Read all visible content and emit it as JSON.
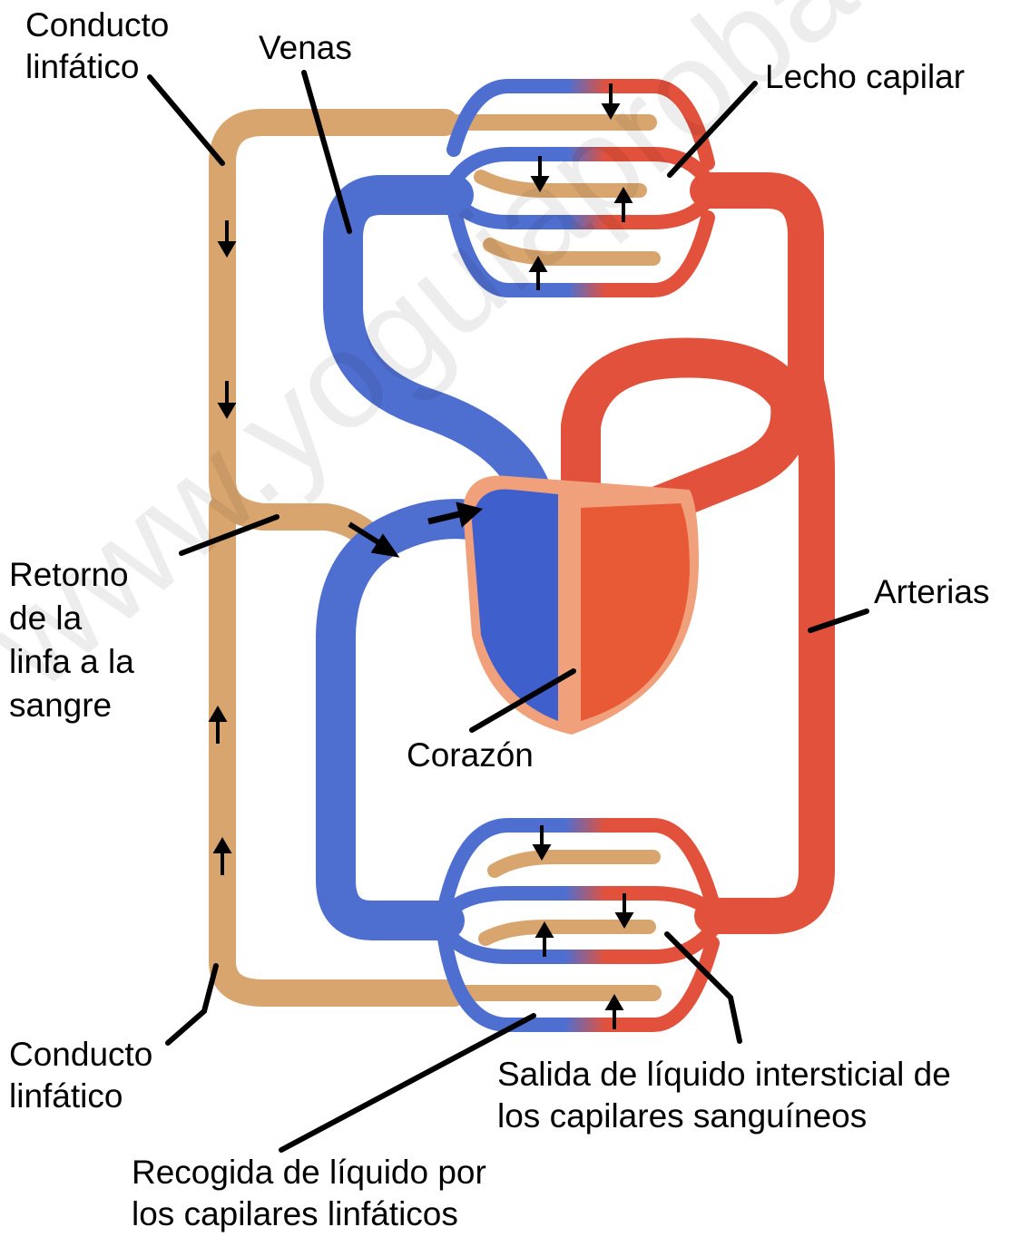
{
  "diagram": {
    "watermark": "www.yoguiaprobar.es",
    "labels": {
      "conducto_linfatico_top": [
        "Conducto",
        "linfático"
      ],
      "venas": "Venas",
      "lecho_capilar": "Lecho capilar",
      "retorno": [
        "Retorno",
        "de la",
        "linfa a la",
        "sangre"
      ],
      "arterias": "Arterias",
      "corazon": "Corazón",
      "conducto_linfatico_bottom": [
        "Conducto",
        "linfático"
      ],
      "salida": [
        "Salida de líquido intersticial de",
        "los capilares sanguíneos"
      ],
      "recogida": [
        "Recogida de líquido por",
        "los capilares linfáticos"
      ]
    },
    "colors": {
      "lymph": "#d9a56e",
      "vein": "#4f6fd0",
      "artery": "#e2513c",
      "heart_outline": "#f0a07a"
    }
  }
}
